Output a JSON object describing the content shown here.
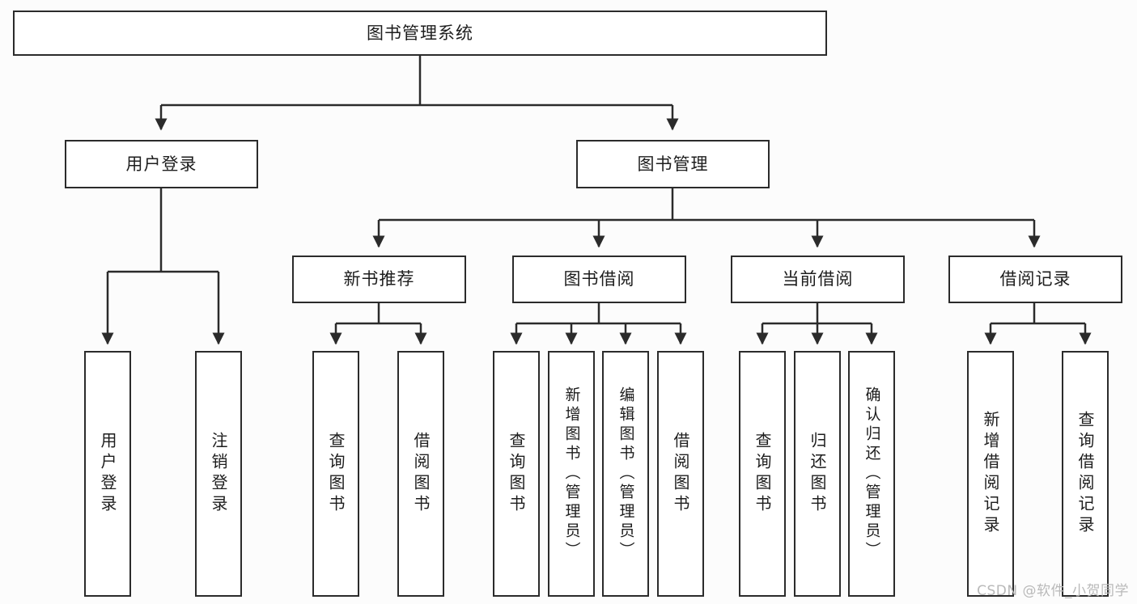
{
  "diagram": {
    "title": "图书管理系统",
    "watermark": "CSDN @软件_小贺同学",
    "colors": {
      "background": "#fcfcfc",
      "node_fill": "#ffffff",
      "node_border": "#2b2b2b",
      "edge": "#2b2b2b",
      "text": "#1d1d1d",
      "watermark": "#b9b9b9"
    },
    "root": {
      "label": "图书管理系统"
    },
    "level2": [
      {
        "label": "用户登录"
      },
      {
        "label": "图书管理"
      }
    ],
    "level3": [
      {
        "label": "新书推荐"
      },
      {
        "label": "图书借阅"
      },
      {
        "label": "当前借阅"
      },
      {
        "label": "借阅记录"
      }
    ],
    "leaves": {
      "user_login": [
        {
          "label": "用户登录"
        },
        {
          "label": "注销登录"
        }
      ],
      "new_book_recommend": [
        {
          "label": "查询图书"
        },
        {
          "label": "借阅图书"
        }
      ],
      "book_borrow": [
        {
          "label": "查询图书"
        },
        {
          "label": "新增图书（管理员）"
        },
        {
          "label": "编辑图书（管理员）"
        },
        {
          "label": "借阅图书"
        }
      ],
      "current_borrow": [
        {
          "label": "查询图书"
        },
        {
          "label": "归还图书"
        },
        {
          "label": "确认归还（管理员）"
        }
      ],
      "borrow_record": [
        {
          "label": "新增借阅记录"
        },
        {
          "label": "查询借阅记录"
        }
      ]
    }
  }
}
